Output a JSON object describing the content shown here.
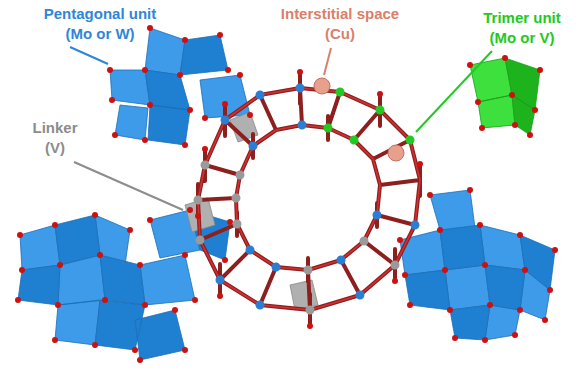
{
  "diagram": {
    "labels": [
      "Pentagonal unit (Mo or W)",
      "Interstitial space (Cu)",
      "Trimer unit (Mo or V)",
      "Linker (V)"
    ]
  }
}
